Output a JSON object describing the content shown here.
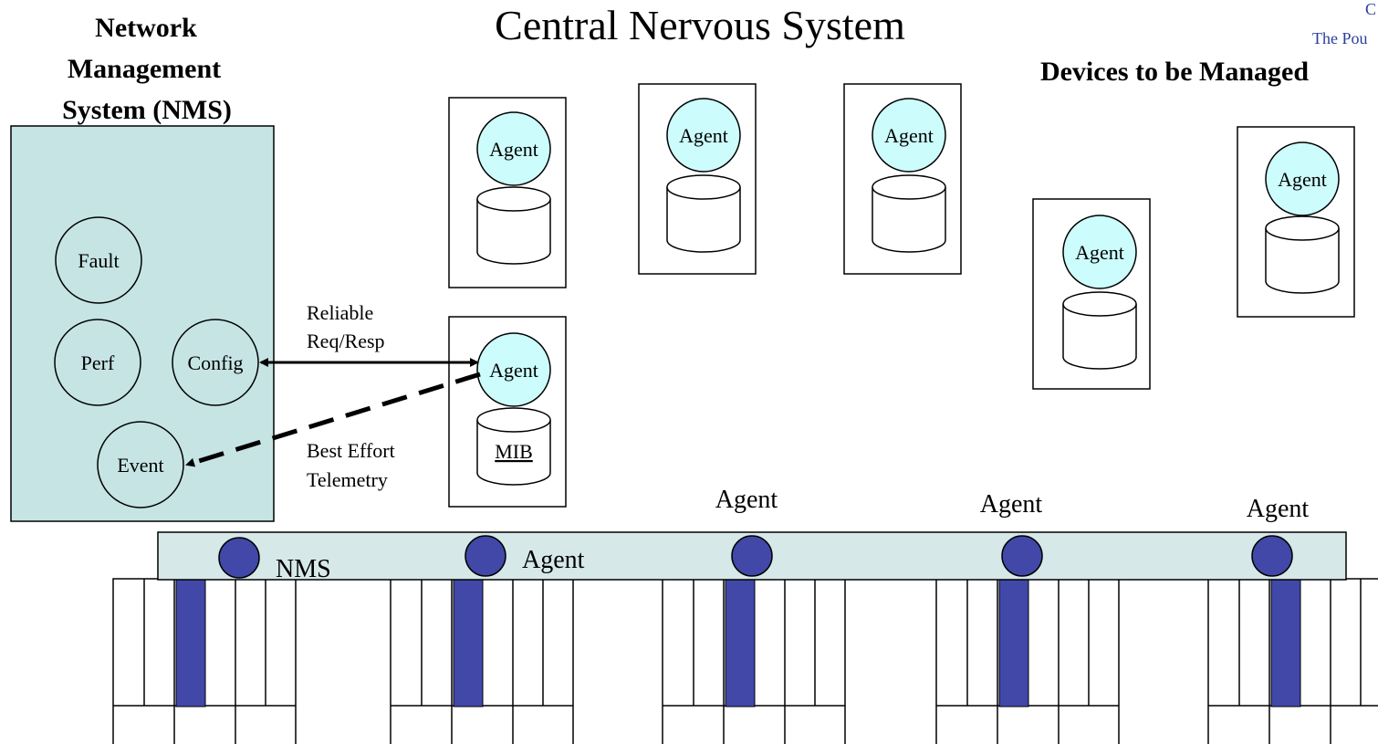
{
  "title": "Central Nervous System",
  "corner_text": {
    "line1": "C",
    "line2": "The Pou"
  },
  "nms": {
    "heading_lines": [
      "Network",
      "Management",
      "System (NMS)"
    ],
    "modules": [
      "Fault",
      "Perf",
      "Config",
      "Event"
    ]
  },
  "devices_heading": "Devices to be Managed",
  "agent_label": "Agent",
  "mib_label": "MIB",
  "links": {
    "reliable": [
      "Reliable",
      "Req/Resp"
    ],
    "telemetry": [
      "Best Effort",
      "Telemetry"
    ]
  },
  "spine": {
    "node_labels": [
      "NMS",
      "Agent",
      "Agent",
      "Agent",
      "Agent"
    ]
  },
  "colors": {
    "nms_fill": "#c6e4e4",
    "agent_fill": "#ccfcfc",
    "node_fill": "#4148a8",
    "spine_fill": "#d6e8e8",
    "corner_text": "#2a3ca0"
  }
}
